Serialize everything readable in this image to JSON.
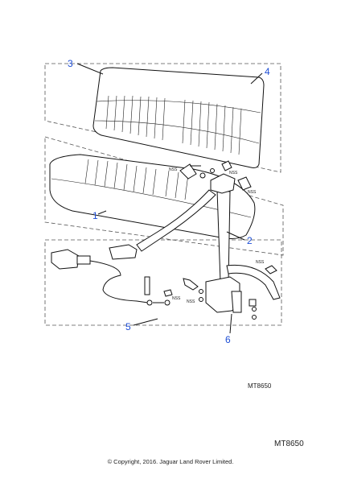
{
  "callouts": {
    "seat_cushion": "1",
    "seat_belt": "2",
    "seat_back_outline": "3",
    "seat_back": "4",
    "buckle_outline": "5",
    "anchor": "6"
  },
  "nss_labels": [
    "NSS",
    "NSS",
    "NSS",
    "NSS",
    "NSS",
    "NSS"
  ],
  "reference_small": "MT8650",
  "reference_large": "MT8650",
  "copyright": "© Copyright, 2016. Jaguar Land Rover Limited."
}
